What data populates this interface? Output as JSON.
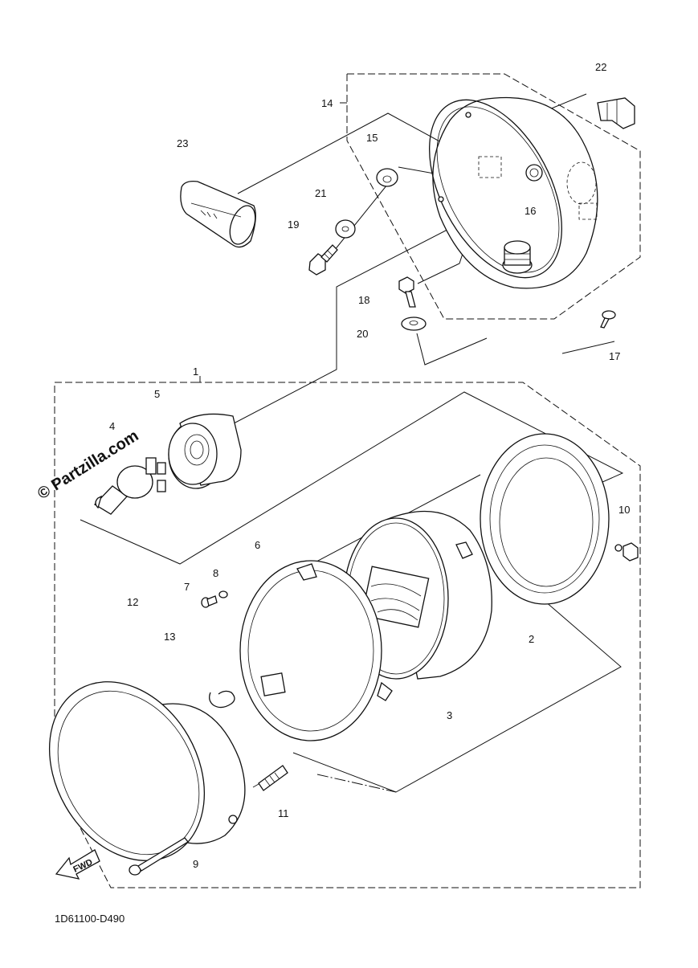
{
  "watermark": "© Partzilla.com",
  "reference_code": "1D61100-D490",
  "fwd_label": "FWD",
  "callouts": {
    "c1": "1",
    "c2": "2",
    "c3": "3",
    "c4": "4",
    "c5": "5",
    "c6": "6",
    "c7": "7",
    "c8": "8",
    "c9": "9",
    "c10": "10",
    "c11": "11",
    "c12": "12",
    "c13": "13",
    "c14": "14",
    "c15": "15",
    "c16": "16",
    "c17": "17",
    "c18": "18",
    "c19": "19",
    "c20": "20",
    "c21": "21",
    "c22": "22",
    "c23": "23"
  }
}
